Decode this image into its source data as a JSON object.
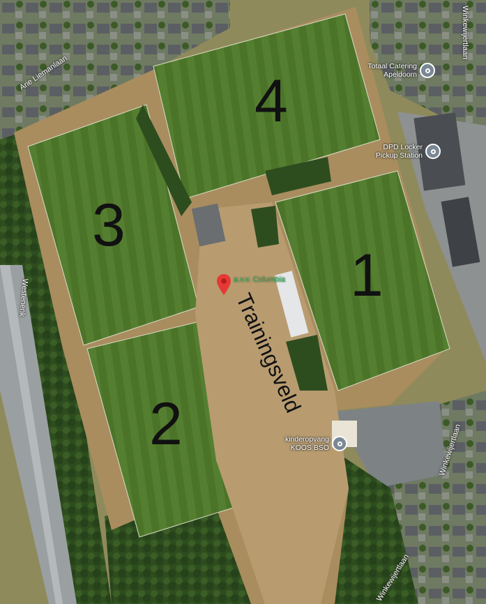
{
  "fields": [
    {
      "id": "1",
      "label": "1"
    },
    {
      "id": "2",
      "label": "2"
    },
    {
      "id": "3",
      "label": "3"
    },
    {
      "id": "4",
      "label": "4"
    }
  ],
  "training_field": {
    "label": "Trainingsveld"
  },
  "place_marker": {
    "label": "a.v.v. Columbia",
    "icon": "map-pin-icon",
    "color": "#e53935"
  },
  "pois": [
    {
      "id": "catering",
      "label": "Totaal Catering Apeldoorn",
      "icon": "poi-icon"
    },
    {
      "id": "dpd",
      "label": "DPD Locker Pickup Station",
      "icon": "poi-icon"
    },
    {
      "id": "koos",
      "label": "kinderopvang KOOS BSO",
      "icon": "poi-icon"
    }
  ],
  "streets": {
    "arie_liemanlaan": "Arie Liemanlaan",
    "winkewijertlaan_top": "Winkewijertlaan",
    "winkewijertlaan_right": "Winkewijertlaan",
    "winkewijertlaan_bottom": "Winkewijertlaan",
    "westenenk": "Westenenk"
  },
  "colors": {
    "pitch": "#4f7a2c",
    "pitch_dark": "#44692a",
    "dry_grass": "#b9986a",
    "trees": "#2b4a1c",
    "road": "#9aa0a2",
    "pin": "#e53935",
    "poi": "#7a8794"
  }
}
